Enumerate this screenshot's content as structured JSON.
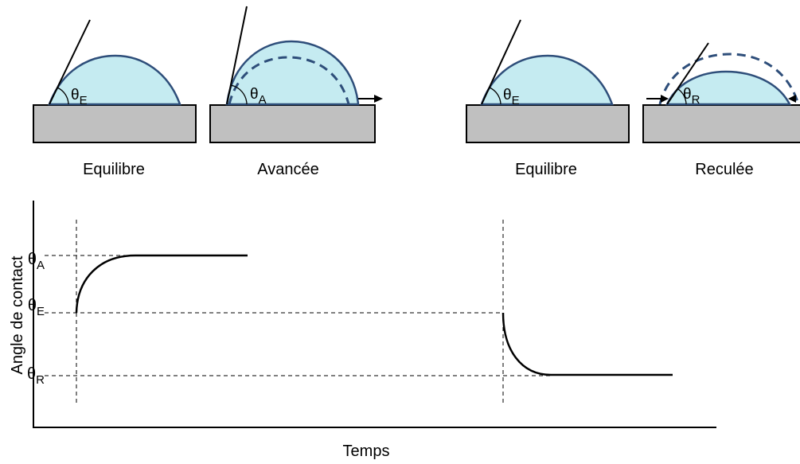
{
  "droplets": [
    {
      "caption": "Equilibre",
      "angle_symbol": "θ",
      "angle_subscript": "E"
    },
    {
      "caption": "Avancée",
      "angle_symbol": "θ",
      "angle_subscript": "A"
    },
    {
      "caption": "Equilibre",
      "angle_symbol": "θ",
      "angle_subscript": "E"
    },
    {
      "caption": "Reculée",
      "angle_symbol": "θ",
      "angle_subscript": "R"
    }
  ],
  "graph": {
    "ylabel": "Angle de contact",
    "xlabel": "Temps",
    "ticks": [
      {
        "symbol": "θ",
        "subscript": "A"
      },
      {
        "symbol": "θ",
        "subscript": "E"
      },
      {
        "symbol": "θ",
        "subscript": "R"
      }
    ]
  },
  "colors": {
    "drop_fill": "#c5ebf1",
    "drop_stroke": "#2e4e7a",
    "substrate_fill": "#c0c0c0",
    "line": "#000000"
  }
}
